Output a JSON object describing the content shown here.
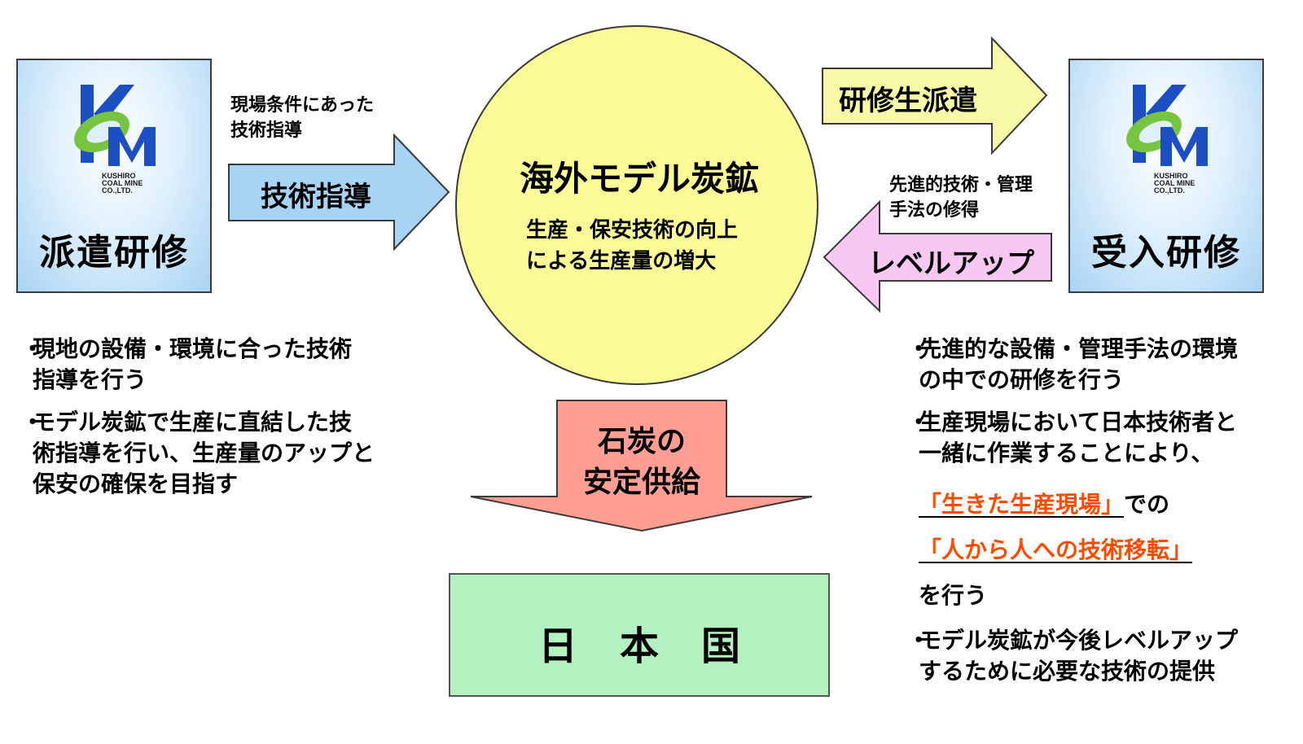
{
  "left_box": {
    "title": "派遣研修",
    "logo_text": "KUSHIRO\nCOAL MINE\nCO.,LTD."
  },
  "right_box": {
    "title": "受入研修",
    "logo_text": "KUSHIRO\nCOAL MINE\nCO.,LTD."
  },
  "left_arrow": {
    "note_line1": "現場条件にあった",
    "note_line2": "技術指導",
    "label": "技術指導"
  },
  "right_top_arrow": {
    "label": "研修生派遣"
  },
  "right_bottom_arrow": {
    "note_line1": "先進的技術・管理",
    "note_line2": "手法の修得",
    "label": "レベルアップ"
  },
  "center_circle": {
    "title": "海外モデル炭鉱",
    "sub_line1": "生産・保安技術の向上",
    "sub_line2": "による生産量の増大"
  },
  "down_arrow": {
    "line1": "石炭の",
    "line2": "安定供給"
  },
  "bottom_box": {
    "label": "日本国"
  },
  "left_bullets": [
    {
      "marker": "・",
      "line1": "現地の設備・環境に合った技術",
      "line2": "指導を行う"
    },
    {
      "marker": "・",
      "line1": "モデル炭鉱で生産に直結した技",
      "line2": "術指導を行い、生産量のアップと",
      "line3": "保安の確保を目指す"
    }
  ],
  "right_bullets": {
    "b1": {
      "marker": "・",
      "line1": "先進的な設備・管理手法の環境",
      "line2": "の中での研修を行う"
    },
    "b2": {
      "marker": "・",
      "line1": "生産現場において日本技術者と",
      "line2": "一緒に作業することにより、"
    },
    "highlight1": "「生きた生産現場」",
    "highlight1_suffix": "での",
    "highlight2": "「人から人への技術移転」",
    "closing": "を行う",
    "b3": {
      "marker": "・",
      "line1": "モデル炭鉱が今後レベルアップ",
      "line2": "するために必要な技術の提供"
    }
  },
  "colors": {
    "blue_arrow": "#a9d3f3",
    "yellow_arrow": "#f7f9a6",
    "pink_arrow": "#f8c8f2",
    "circle": "#fafa96",
    "down_arrow": "#ff9f93",
    "japan_box": "#b3f2c0",
    "highlight": "#ff4a00"
  }
}
